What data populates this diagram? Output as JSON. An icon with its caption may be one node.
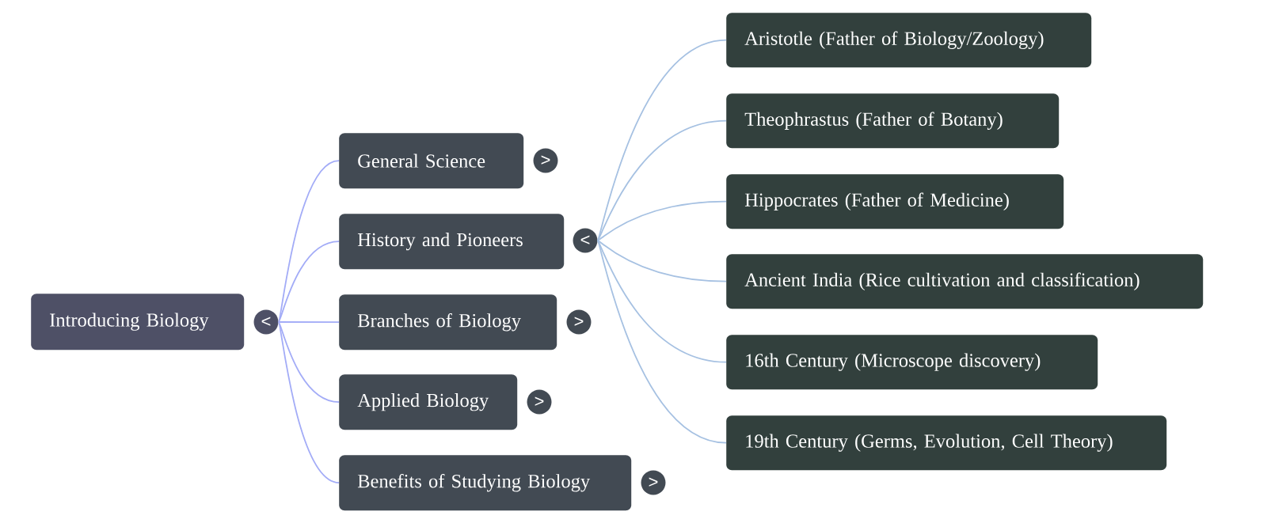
{
  "diagram": {
    "nodes": [
      {
        "text": [
          "Introducing Biology"
        ]
      },
      {
        "text": [
          "<"
        ]
      },
      {
        "text": [
          "General Science"
        ]
      },
      {
        "text": [
          ">"
        ]
      },
      {
        "text": [
          "History and Pioneers"
        ]
      },
      {
        "text": [
          "<"
        ]
      },
      {
        "text": [
          "Branches of Biology"
        ]
      },
      {
        "text": [
          ">"
        ]
      },
      {
        "text": [
          "Applied Biology"
        ]
      },
      {
        "text": [
          ">"
        ]
      },
      {
        "text": [
          "Benefits of Studying Biology"
        ]
      },
      {
        "text": [
          ">"
        ]
      },
      {
        "text": [
          "Aristotle (Father of Biology/Zoology)"
        ]
      },
      {
        "text": [
          "Theophrastus (Father of Botany)"
        ]
      },
      {
        "text": [
          "Hippocrates (Father of Medicine)"
        ]
      },
      {
        "text": [
          "Ancient India (Rice cultivation and classification)"
        ]
      },
      {
        "text": [
          "16th Century (Microscope discovery)"
        ]
      },
      {
        "text": [
          "19th Century (Germs, Evolution, Cell Theory)"
        ]
      }
    ],
    "edges": [
      {
        "from": 1,
        "to": 2,
        "arrow": "none",
        "color": "#a3acf7"
      },
      {
        "from": 1,
        "to": 4,
        "arrow": "none",
        "color": "#a3acf7"
      },
      {
        "from": 1,
        "to": 6,
        "arrow": "none",
        "color": "#a3acf7"
      },
      {
        "from": 1,
        "to": 8,
        "arrow": "none",
        "color": "#a3acf7"
      },
      {
        "from": 1,
        "to": 10,
        "arrow": "none",
        "color": "#a3acf7"
      },
      {
        "from": 5,
        "to": 12,
        "arrow": "none"
      },
      {
        "from": 5,
        "to": 13,
        "arrow": "none"
      },
      {
        "from": 5,
        "to": 14,
        "arrow": "none"
      },
      {
        "from": 5,
        "to": 15,
        "arrow": "none"
      },
      {
        "from": 5,
        "to": 16,
        "arrow": "none"
      },
      {
        "from": 5,
        "to": 17,
        "arrow": "none"
      }
    ]
  }
}
